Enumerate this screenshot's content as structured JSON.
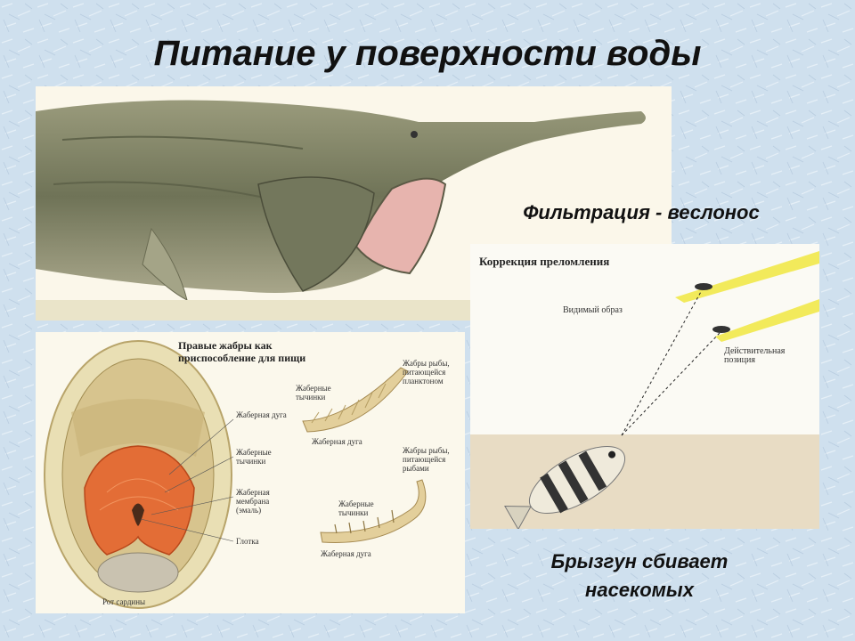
{
  "slide": {
    "title": "Питание у поверхности воды",
    "caption_paddlefish": "Фильтрация - веслонос",
    "caption_archer_line1": "Брызгун сбивает",
    "caption_archer_line2": "насекомых"
  },
  "gills_panel": {
    "heading_line1": "Правые жабры как",
    "heading_line2": "приспособление для пищи",
    "labels": {
      "gill_arch": "Жаберная дуга",
      "gill_rakers": "Жаберные тычинки",
      "gill_membrane": "Жаберная мембрана (эмаль)",
      "pharynx": "Глотка",
      "mouth": "Рот сардины",
      "plankton_gills": "Жабры рыбы, питающейся планктоном",
      "rakers_top": "Жаберные тычинки",
      "arch_top": "Жаберная дуга",
      "fish_gills": "Жабры рыбы, питающейся рыбами",
      "rakers_bottom": "Жаберные тычинки",
      "arch_bottom": "Жаберная дуга"
    }
  },
  "refraction_panel": {
    "heading": "Коррекция преломления",
    "visible_image": "Видимый образ",
    "actual_position": "Действительная позиция"
  },
  "colors": {
    "background": "#cfe0ee",
    "water": "#e8dcc4",
    "fish_body": "#7d8062",
    "mouth_inside": "#e7b4ae",
    "gill_orange": "#e36d36",
    "beam_yellow": "#f1e84a"
  }
}
